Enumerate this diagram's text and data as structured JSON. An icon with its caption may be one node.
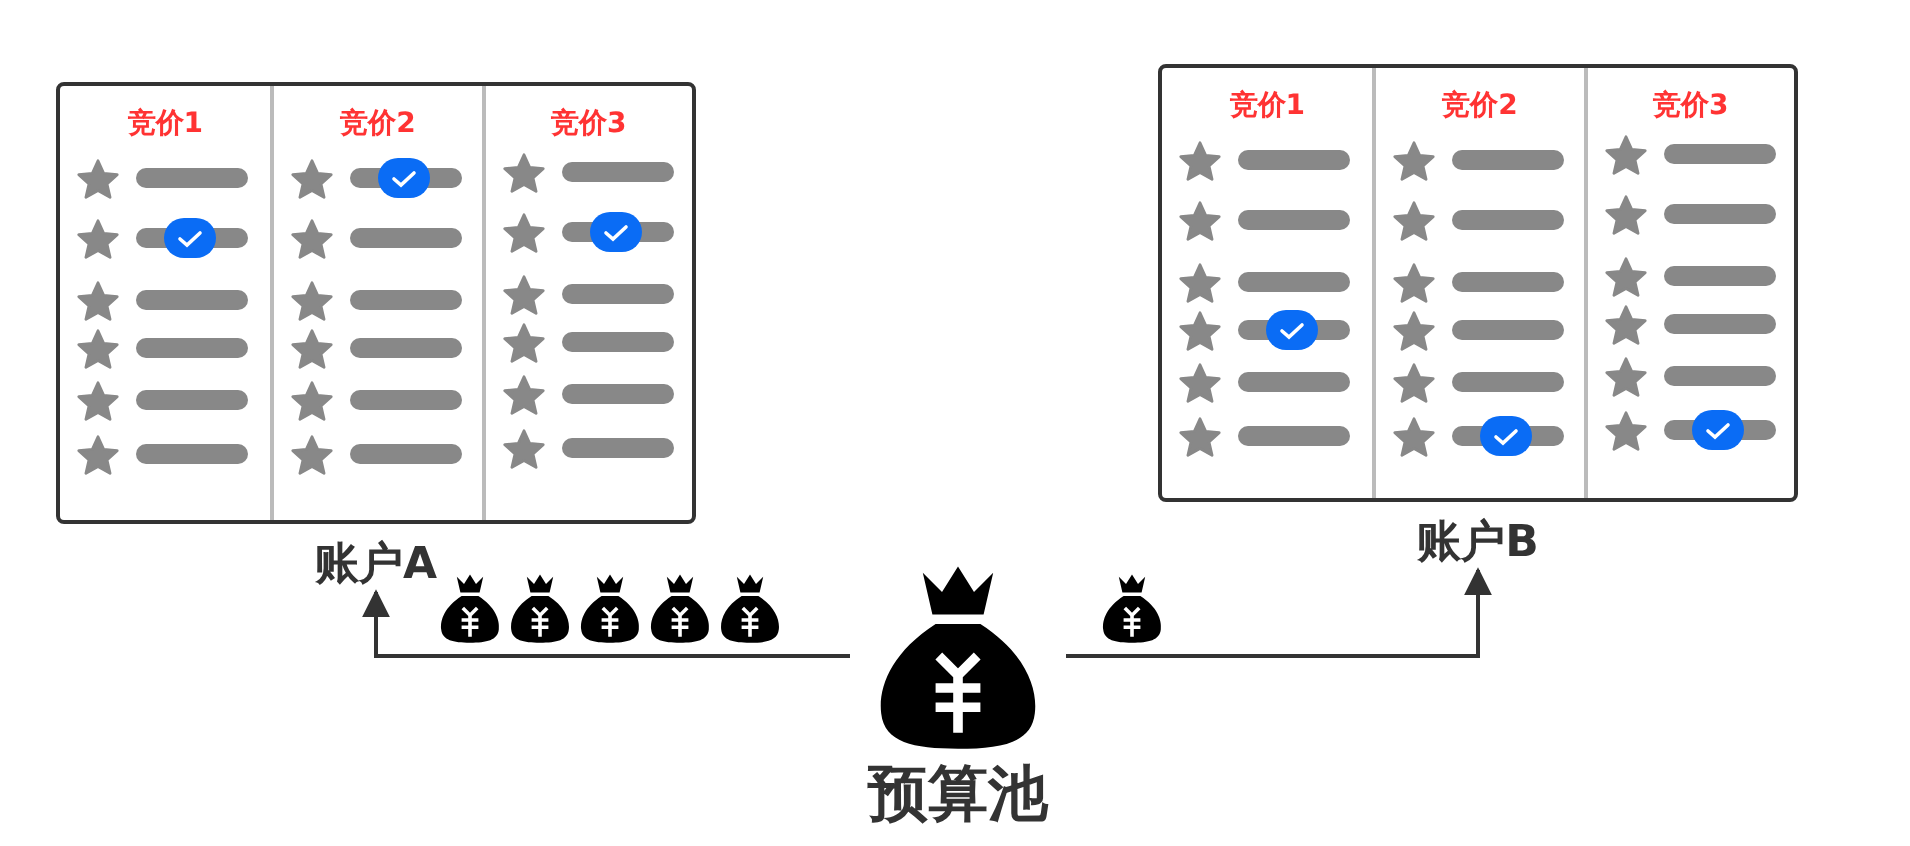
{
  "diagram": {
    "nodes": [
      {
        "text": [
          "账户A"
        ]
      },
      {
        "text": [
          "竞价1"
        ],
        "in": 0
      },
      {
        "text": [
          "竞价2"
        ],
        "in": 0
      },
      {
        "text": [
          "竞价3"
        ],
        "in": 0
      },
      {
        "text": [
          "账户B"
        ]
      },
      {
        "text": [
          "竞价1"
        ],
        "in": 4
      },
      {
        "text": [
          "竞价2"
        ],
        "in": 4
      },
      {
        "text": [
          "竞价3"
        ],
        "in": 4
      },
      {
        "text": [
          "预算池"
        ]
      }
    ],
    "edges": [
      {
        "from": 8,
        "to": 0,
        "arrow": "to"
      },
      {
        "from": 8,
        "to": 4,
        "arrow": "to"
      }
    ]
  }
}
